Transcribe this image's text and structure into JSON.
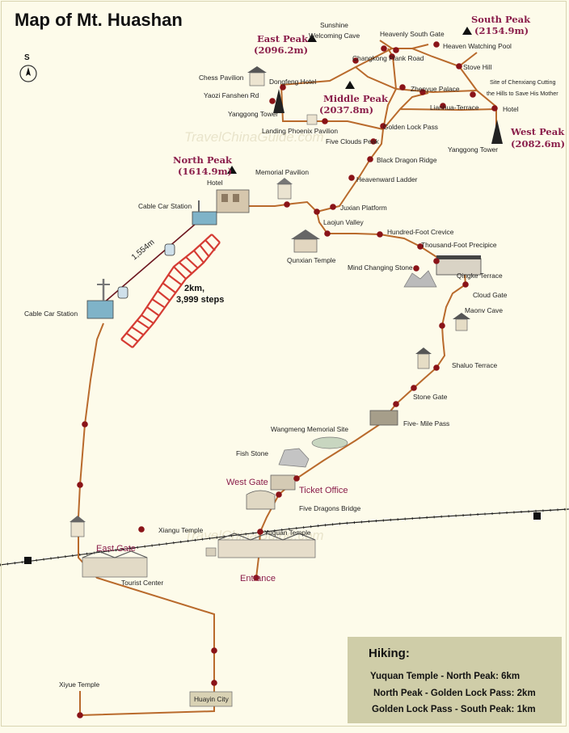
{
  "title": "Map of Mt. Huashan",
  "compass": {
    "letter": "S"
  },
  "watermark": "TravelChinaGuide.com",
  "peaks": {
    "east": {
      "name": "East Peak",
      "height": "(2096.2m)"
    },
    "south": {
      "name": "South Peak",
      "height": "(2154.9m)"
    },
    "middle": {
      "name": "Middle Peak",
      "height": "(2037.8m)"
    },
    "west": {
      "name": "West Peak",
      "height": "(2082.6m)"
    },
    "north": {
      "name": "North Peak",
      "height": "(1614.9m)"
    }
  },
  "labels": {
    "sunshine_1": "Sunshine",
    "sunshine_2": "Welcoming Cave",
    "heavenly_south_gate": "Heavenly South Gate",
    "heaven_watching_pool": "Heaven Watching Pool",
    "chess_pavilion": "Chess Pavilion",
    "dongfeng_hotel": "Dongfeng Hotel",
    "changkong": "Changkong Plank Road",
    "stove_hill": "Stove Hill",
    "chenxiang_1": "Site of Chenxiang Cutting",
    "chenxiang_2": "the Hills to Save His Mother",
    "yaozi": "Yaozi Fanshen Rd",
    "zhenyue": "Zhenyue Palace",
    "lianhua": "Lianhua-Terrace",
    "hotel_west": "Hotel",
    "yanggong_east": "Yanggong Tower",
    "landing_phoenix": "Landing Phoenix Pavilion",
    "golden_lock": "Golden Lock Pass",
    "five_clouds": "Five Clouds Peak",
    "yanggong_west": "Yanggong Tower",
    "black_dragon": "Black Dragon Ridge",
    "memorial_pavilion": "Memorial Pavilion",
    "heavenward_ladder": "Heavenward Ladder",
    "hotel_north": "Hotel",
    "cable_car_upper": "Cable Car Station",
    "juxian": "Juxian Platform",
    "laojun": "Laojun Valley",
    "hundred_foot": "Hundred-Foot Crevice",
    "thousand_foot": "Thousand-Foot Precipice",
    "qunxian": "Qunxian Temple",
    "mind_changing": "Mind Changing Stone",
    "qingke": "Qingke Terrace",
    "cable_length": "1,554m",
    "trail_len_1": "2km,",
    "trail_len_2": "3,999 steps",
    "cloud_gate": "Cloud Gate",
    "cable_car_lower": "Cable Car Station",
    "maonv": "Maonv Cave",
    "shaluo": "Shaluo Terrace",
    "stone_gate": "Stone Gate",
    "five_mile": "Five- Mile Pass",
    "wangmeng": "Wangmeng Memorial Site",
    "fish_stone": "Fish Stone",
    "west_gate": "West Gate",
    "ticket_office": "Ticket Office",
    "five_dragons": "Five Dragons Bridge",
    "xiangu": "Xiangu Temple",
    "yuquan": "Yuquan Temple",
    "east_gate": "East Gate",
    "entrance": "Entrance",
    "tourist_center": "Tourist Center",
    "xiyue": "Xiyue Temple",
    "huayin": "Huayin City"
  },
  "hiking": {
    "heading": "Hiking:",
    "rows": [
      "Yuquan Temple - North Peak: 6km",
      "North Peak - Golden Lock Pass: 2km",
      "Golden Lock Pass - South Peak: 1km"
    ]
  },
  "colors": {
    "background": "#fdfbea",
    "trail": "#b96a2c",
    "node": "#8a1318",
    "peak_text": "#8a1d4a",
    "railway": "#222222",
    "hiking_box": "#cfcda8"
  }
}
